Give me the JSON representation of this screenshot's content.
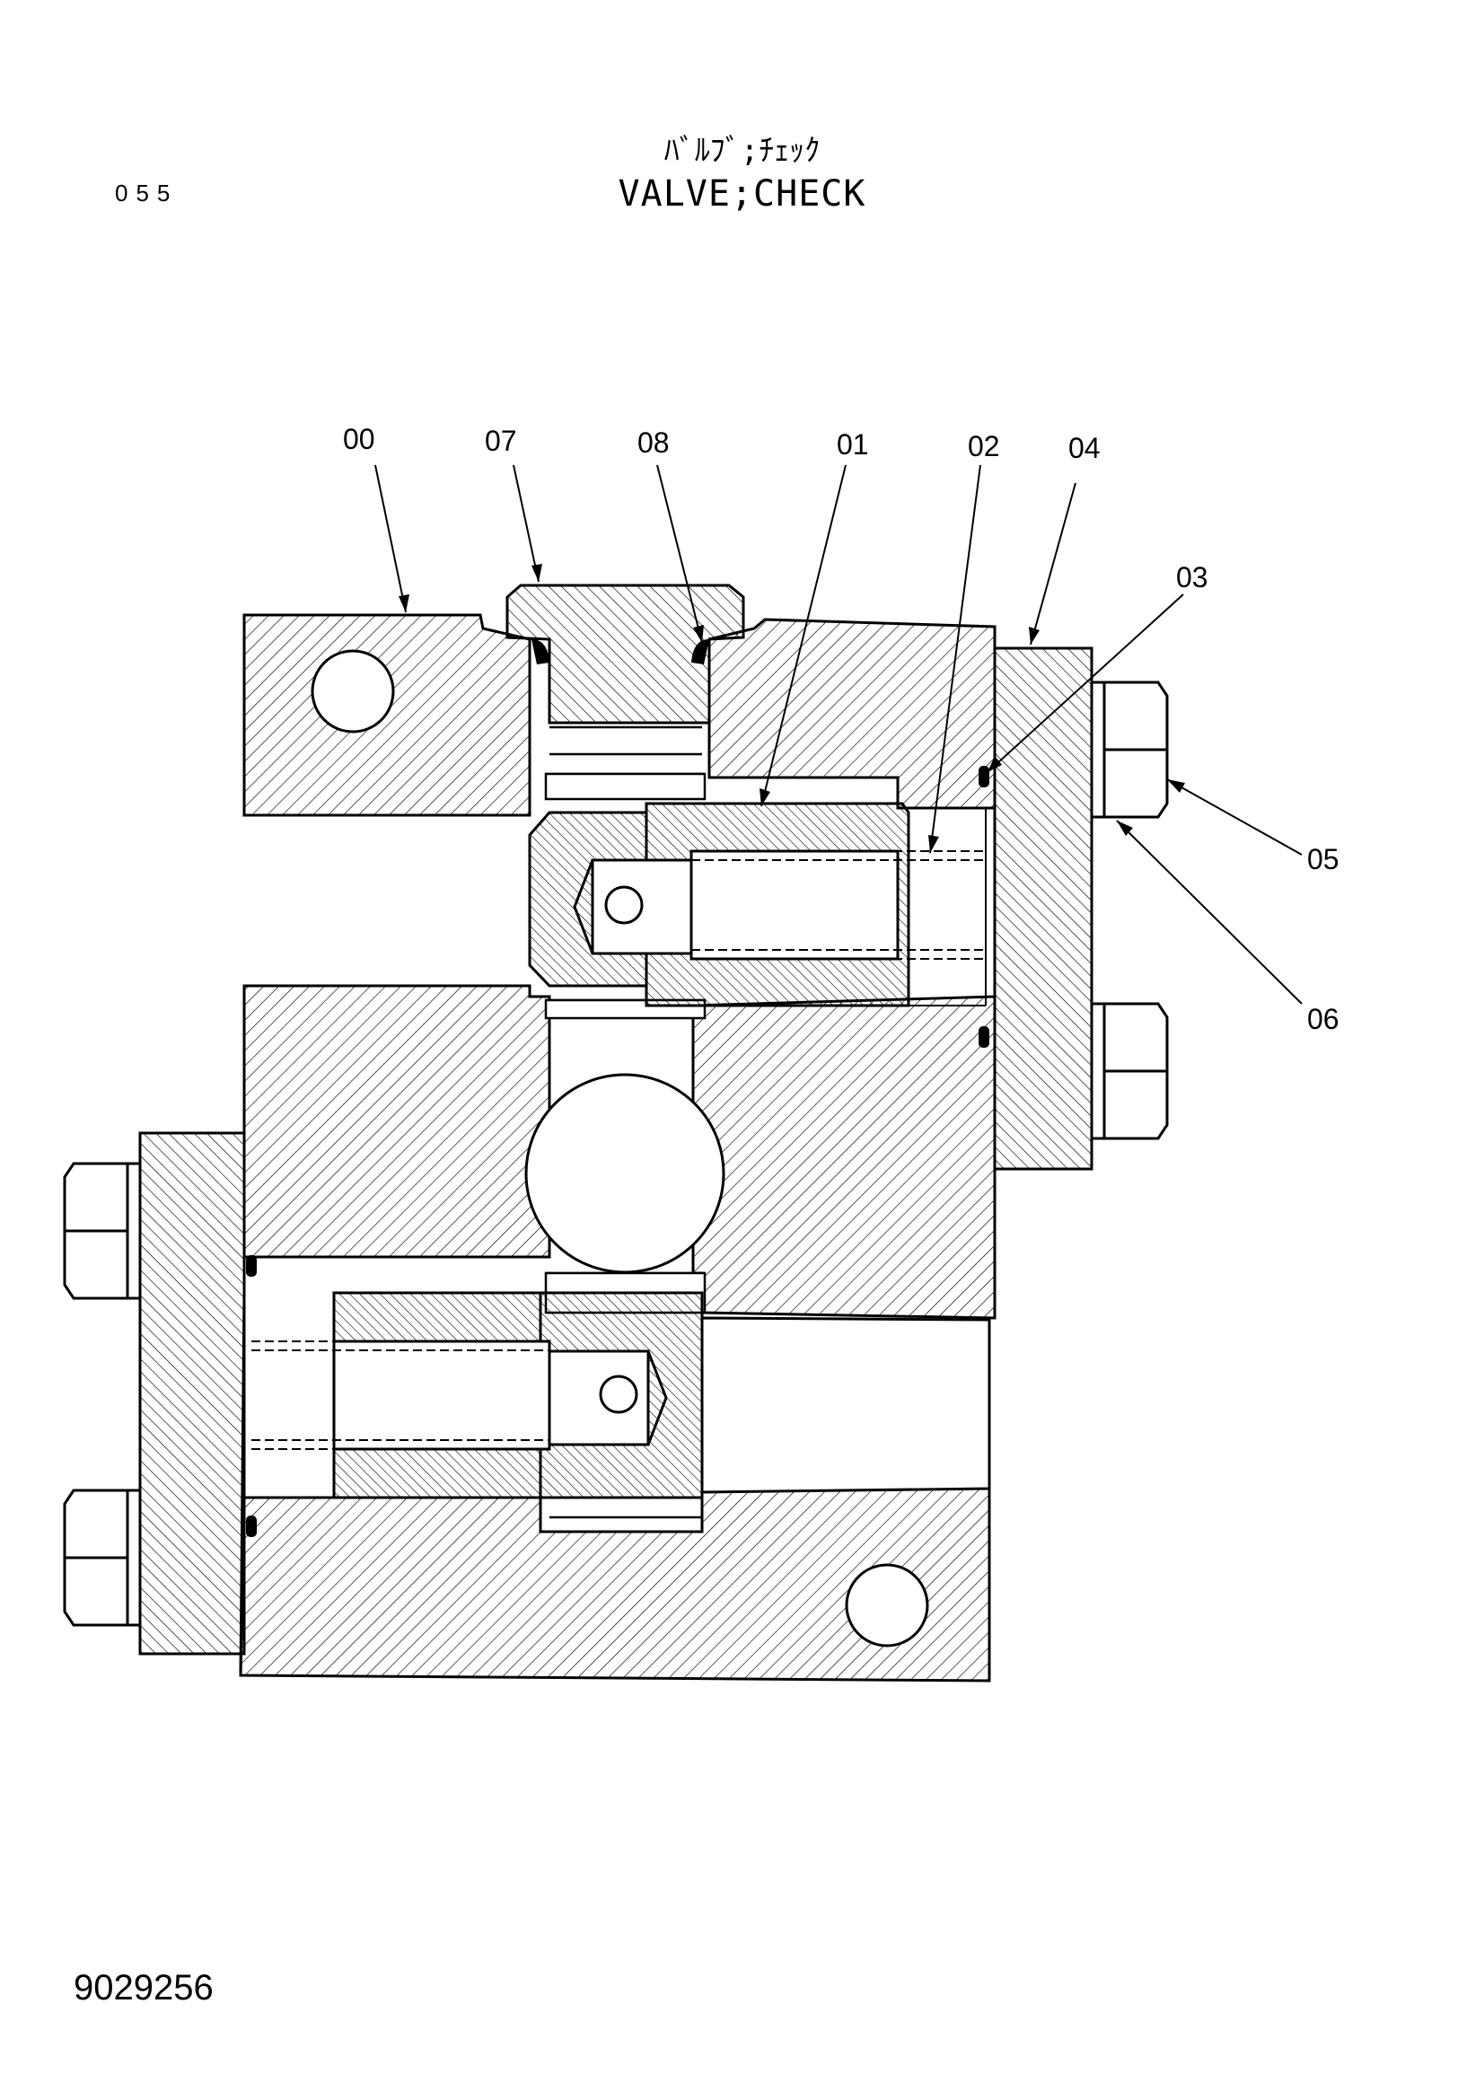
{
  "header": {
    "title_jp": "ﾊﾞﾙﾌﾞ;ﾁｪｯｸ",
    "title_en": "VALVE;CHECK",
    "page_code": "055"
  },
  "footer": {
    "drawing_number": "9029256"
  },
  "part_callouts": {
    "body": "00",
    "plug": "07",
    "o_ring_plug": "08",
    "poppet": "01",
    "spring": "02",
    "o_ring_cover": "03",
    "cover": "04",
    "bolt": "05",
    "washer": "06"
  }
}
